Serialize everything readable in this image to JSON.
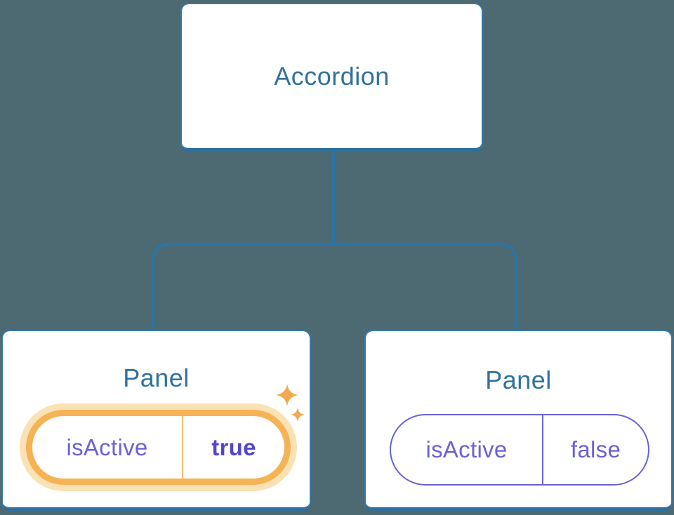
{
  "diagram": {
    "root": {
      "label": "Accordion"
    },
    "panels": [
      {
        "title": "Panel",
        "prop": "isActive",
        "value": "true",
        "highlighted": true
      },
      {
        "title": "Panel",
        "prop": "isActive",
        "value": "false",
        "highlighted": false
      }
    ]
  },
  "colors": {
    "background": "#4d6972",
    "connector_blue": "#2d74a6",
    "node_border_blue": "#3679a8",
    "node_border_bottom_blue": "#2f6f9e",
    "node_text_blue": "#31719c",
    "state_purple": "#6a62d6",
    "state_value_purple_bold": "#5247c9",
    "highlight_gold": "#f5b356",
    "highlight_glow": "#fbe2b4",
    "gold_divider": "#f2bd6a",
    "sparkle_gold": "#f3a94d"
  },
  "icons": {
    "sparkle_icon": "✦"
  }
}
